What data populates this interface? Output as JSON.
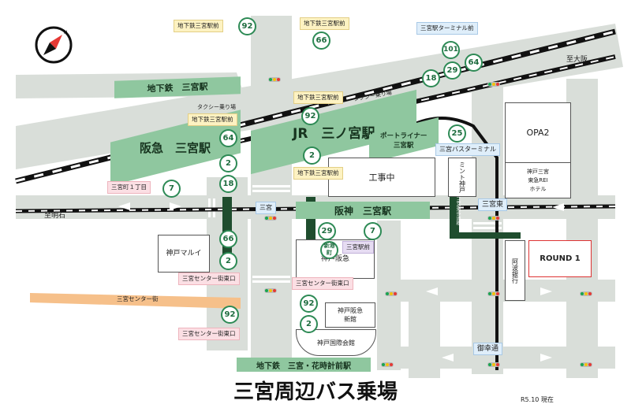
{
  "title": "三宮周辺バス乗場",
  "date_note": "R5.10 現在",
  "stations": {
    "subway_sannomiya": "地下鉄　三宮駅",
    "hankyu": "阪急　三宮駅",
    "jr": "JR　三ノ宮駅",
    "hanshin": "阪神　三宮駅",
    "portliner": "ポートライナー\n三宮駅",
    "subway_hanadokei": "地下鉄　三宮・花時計前駅"
  },
  "stop_labels": {
    "chikatetsu_top_left": "地下鉄三宮駅前",
    "chikatetsu_top_right": "地下鉄三宮駅前",
    "terminal_mae": "三宮駅ターミナル前",
    "chikatetsu_mid": "地下鉄三宮駅前",
    "chikatetsu_left": "地下鉄三宮駅前",
    "chikatetsu_low": "地下鉄三宮駅前",
    "sannomiya_1chome": "三宮町１丁目",
    "sannomiya_ekimae": "三宮駅前",
    "center_higashi_1": "三宮センター街東口",
    "center_higashi_2": "三宮センター街東口",
    "center_higashi_3": "三宮センター街東口",
    "bus_terminal": "三宮バスターミナル",
    "sannomiya": "三宮",
    "sannomiya_higashi": "三宮東",
    "goko_dori": "御幸通"
  },
  "routes": {
    "r92_top": "92",
    "r66_top": "66",
    "r101": "101",
    "r29_top": "29",
    "r64_top": "64",
    "r18_top": "18",
    "r92_mid": "92",
    "r64_left": "64",
    "r2_left": "2",
    "r18_left": "18",
    "r7_left": "7",
    "r2_mid": "2",
    "r25": "25",
    "r29_hanshin": "29",
    "r7_hanshin": "7",
    "r66_low": "66",
    "r2_low": "2",
    "r92_low": "92",
    "r2_bottom": "2",
    "r92_bottomleft": "92",
    "shinko": "新港町"
  },
  "buildings": {
    "opa2": "OPA2",
    "koujichu": "工事中",
    "mint": "ミント神戸",
    "hotel": "神戸三宮\n東急REI\nホテル",
    "marui": "神戸マルイ",
    "kobe_hankyu": "神戸阪急",
    "hankyu_shinkan": "神戸阪急\n新館",
    "kokusai": "神戸国際会館",
    "round1": "ROUND 1",
    "awa_bank": "阿波銀行"
  },
  "text_labels": {
    "shitei_osaka": "至大阪",
    "shitei_akashi": "至明石",
    "taxi1": "タクシー乗り場",
    "taxi2": "タクシー乗り場",
    "center_gai": "三宮センター街",
    "underpass": "三宮東歩道橋"
  },
  "colors": {
    "route_green": "#2d8a55",
    "station_green": "#8fc79f",
    "road": "#d9ded9",
    "center_gai": "#f6c08a"
  },
  "icons": {
    "compass": "compass-icon",
    "traffic_signal": "traffic-signal-icon",
    "bus_pole": "bus-stop-pole-icon"
  }
}
